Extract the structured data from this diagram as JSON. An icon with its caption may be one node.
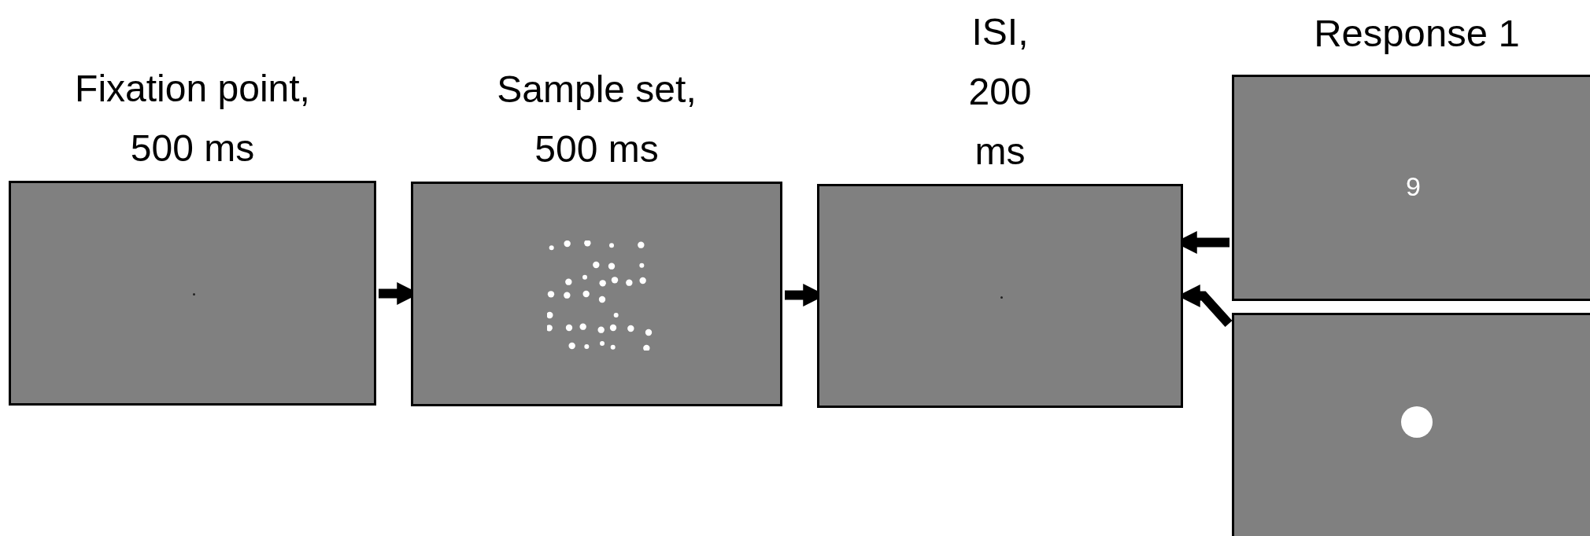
{
  "diagram": {
    "nodes": [
      {
        "text": [
          "Fixation point, 500 ms"
        ]
      },
      {
        "text": [
          "Sample set, 500 ms"
        ]
      },
      {
        "text": [
          "ISI, 200 ms"
        ]
      },
      {
        "text": [
          "9"
        ]
      },
      {
        "text": [],
        "shape": "box"
      }
    ],
    "edges": [
      {
        "from": 0,
        "to": 1,
        "arrow": "to"
      },
      {
        "from": 1,
        "to": 2,
        "arrow": "to"
      },
      {
        "from": 3,
        "to": 2,
        "arrow": "to"
      },
      {
        "from": 4,
        "to": 2,
        "arrow": "to"
      }
    ],
    "labels": [
      "Response 1"
    ]
  }
}
